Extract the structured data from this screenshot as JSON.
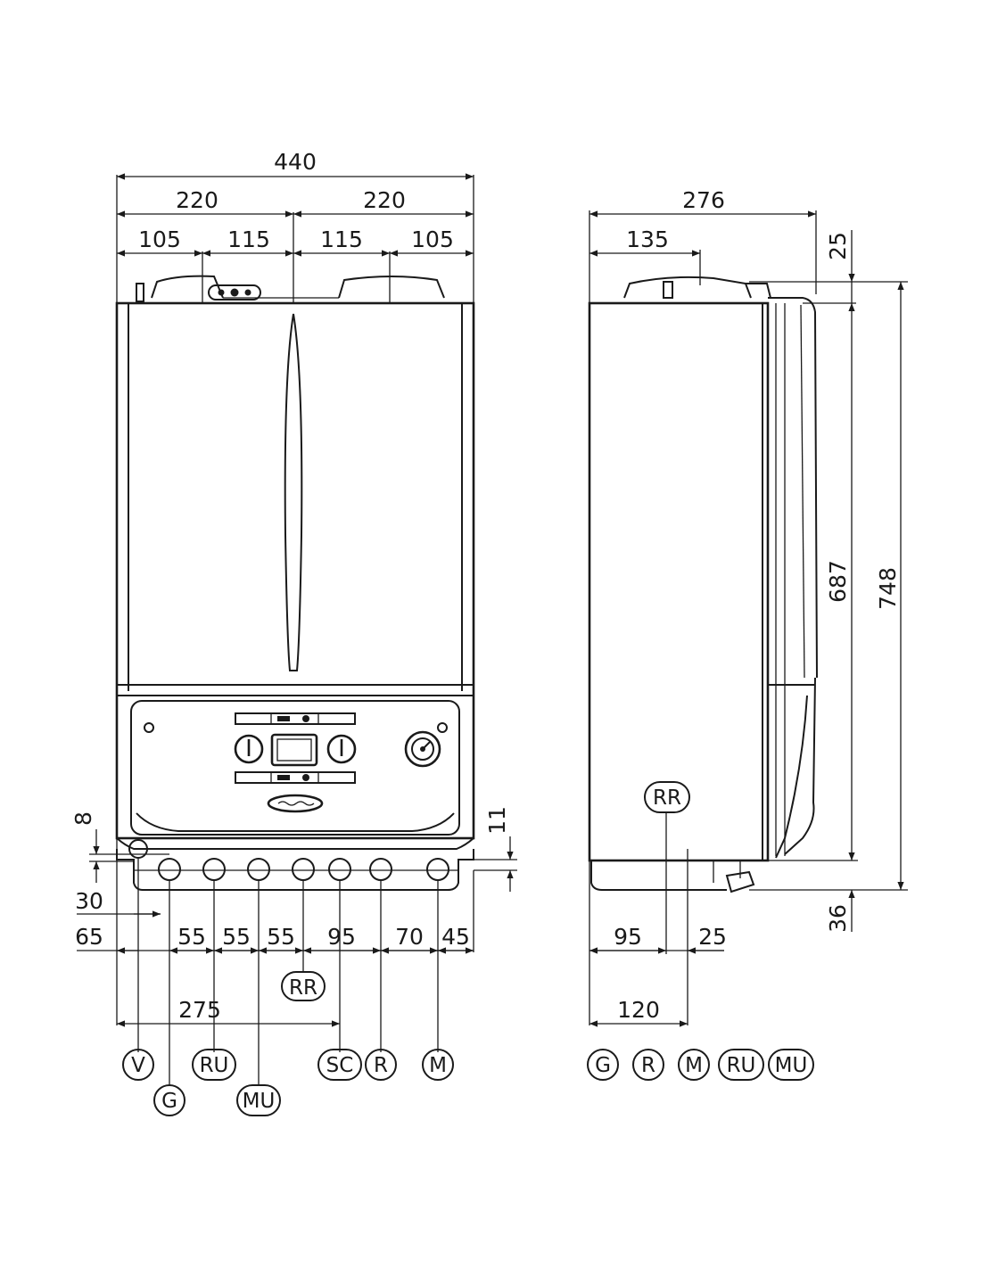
{
  "front_view": {
    "dims_top": {
      "overall": "440",
      "left_half": "220",
      "right_half": "220",
      "a": "105",
      "b": "115",
      "c": "115",
      "d": "105"
    },
    "dims_left": {
      "eight": "8",
      "thirty": "30",
      "sixtyfive": "65"
    },
    "dims_right": {
      "eleven": "11"
    },
    "dims_bottom": {
      "d1": "55",
      "d2": "55",
      "d3": "55",
      "d4": "95",
      "d5": "70",
      "d6": "45",
      "total": "275"
    },
    "rr_label": "RR",
    "connections": [
      "V",
      "G",
      "RU",
      "MU",
      "SC",
      "R",
      "M"
    ]
  },
  "side_view": {
    "dims": {
      "depth": "276",
      "offset": "135",
      "top": "25",
      "height_inner": "687",
      "height_total": "748",
      "bottom": "36",
      "b95": "95",
      "b25": "25",
      "b120": "120"
    },
    "rr_label": "RR",
    "connections": [
      "G",
      "R",
      "M",
      "RU",
      "MU"
    ]
  },
  "colors": {
    "line": "#1a1a1a",
    "background": "#ffffff"
  },
  "icons": [
    "power-knob-icon",
    "pressure-gauge-icon",
    "brand-logo-icon"
  ]
}
